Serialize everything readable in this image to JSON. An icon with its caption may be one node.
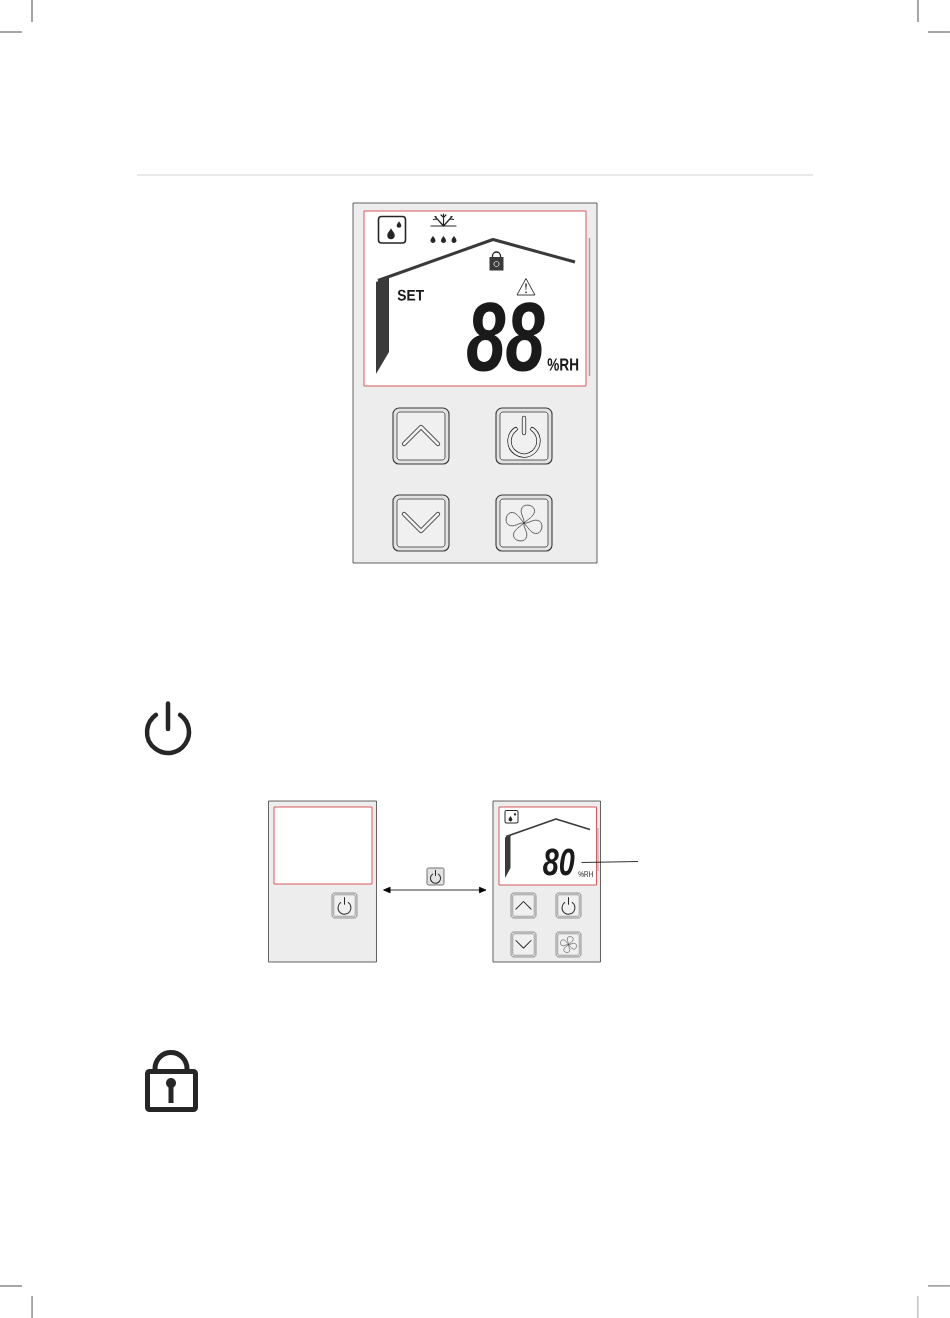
{
  "diagram": {
    "nodes": [
      {
        "text": [],
        "shape": "box"
      },
      {
        "text": [
          "SET",
          "88",
          "%RH"
        ],
        "in": 0
      },
      {
        "text": [],
        "shape": "box"
      },
      {
        "text": [],
        "shape": "box",
        "in": 2
      },
      {
        "text": [],
        "shape": "box"
      },
      {
        "text": [
          "80",
          "%RH"
        ],
        "in": 4
      }
    ],
    "edges": [
      {
        "from": 2,
        "to": 4,
        "arrow": "both"
      },
      {
        "from": 5,
        "to": null,
        "arrow": "none"
      }
    ]
  }
}
